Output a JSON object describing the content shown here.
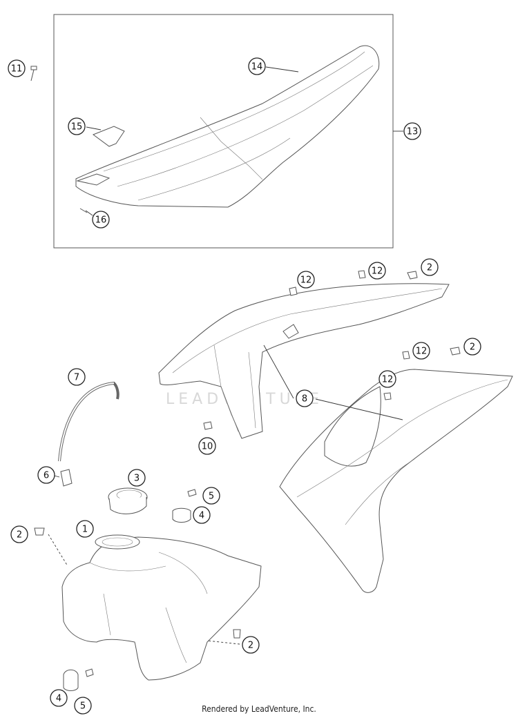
{
  "callouts": [
    {
      "label": "1",
      "name": "callout-1"
    },
    {
      "label": "2",
      "name": "callout-2-tank-left"
    },
    {
      "label": "2",
      "name": "callout-2-tank-right"
    },
    {
      "label": "2",
      "name": "callout-2-spoiler-top"
    },
    {
      "label": "2",
      "name": "callout-2-spoiler-right"
    },
    {
      "label": "3",
      "name": "callout-3"
    },
    {
      "label": "4",
      "name": "callout-4-top"
    },
    {
      "label": "4",
      "name": "callout-4-bottom"
    },
    {
      "label": "5",
      "name": "callout-5-top"
    },
    {
      "label": "5",
      "name": "callout-5-bottom"
    },
    {
      "label": "6",
      "name": "callout-6"
    },
    {
      "label": "7",
      "name": "callout-7"
    },
    {
      "label": "8",
      "name": "callout-8"
    },
    {
      "label": "10",
      "name": "callout-10"
    },
    {
      "label": "11",
      "name": "callout-11"
    },
    {
      "label": "12",
      "name": "callout-12-a"
    },
    {
      "label": "12",
      "name": "callout-12-b"
    },
    {
      "label": "12",
      "name": "callout-12-c"
    },
    {
      "label": "12",
      "name": "callout-12-d"
    },
    {
      "label": "13",
      "name": "callout-13"
    },
    {
      "label": "14",
      "name": "callout-14"
    },
    {
      "label": "15",
      "name": "callout-15"
    },
    {
      "label": "16",
      "name": "callout-16"
    }
  ],
  "watermark": "LEADVENTURE",
  "footer": "Rendered by LeadVenture, Inc."
}
